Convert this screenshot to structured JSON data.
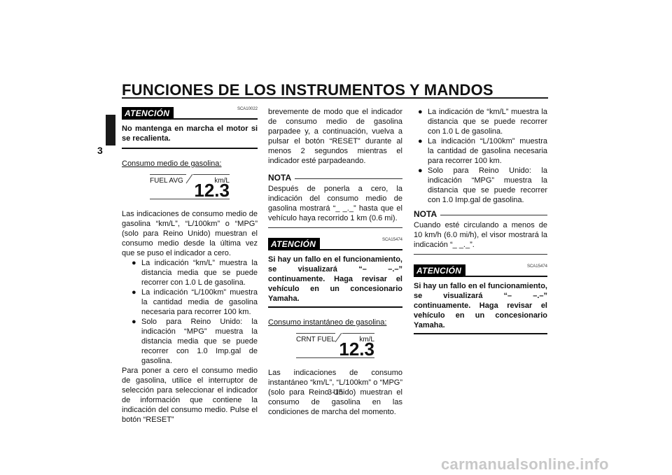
{
  "header": {
    "title": "FUNCIONES DE LOS INSTRUMENTOS Y MANDOS",
    "chapter": "3"
  },
  "col1": {
    "warning": {
      "label": "ATENCIÓN",
      "code": "SCA10022",
      "text": "No mantenga en marcha el motor si se recalienta."
    },
    "section_title": "Consumo medio de gasolina:",
    "display": {
      "label": "FUEL AVG",
      "unit": "km/L",
      "value": "12.3"
    },
    "para1": "Las indicaciones de consumo medio de gasolina “km/L”, “L/100km” o “MPG” (solo para Reino Unido) muestran el consumo medio desde la última vez que se puso el indicador a cero.",
    "bullets": [
      "La indicación “km/L” muestra la distancia media que se puede recorrer con 1.0 L de gasolina.",
      "La indicación “L/100km” muestra la cantidad media de gasolina necesaria para recorrer 100 km.",
      "Solo para Reino Unido: la indicación “MPG” muestra la distancia media que se puede recorrer con 1.0 Imp.gal de gasolina."
    ],
    "para2": "Para poner a cero el consumo medio de gasolina, utilice el interruptor de selección para seleccionar el indicador de información que contiene la indicación del consumo medio. Pulse el botón “RESET”"
  },
  "col2": {
    "para1": "brevemente de modo que el indicador de consumo medio de gasolina parpadee y, a continuación, vuelva a pulsar el botón “RESET” durante al menos 2 segundos mientras el indicador esté parpadeando.",
    "nota": {
      "label": "NOTA",
      "text": "Después de ponerla a cero, la indicación del consumo medio de gasolina mostrará “_ _._” hasta que el vehículo haya recorrido 1 km (0.6 mi)."
    },
    "warning": {
      "label": "ATENCIÓN",
      "code": "SCA15474",
      "text": "Si hay un fallo en el funcionamiento, se visualizará “– –.–” continuamente. Haga revisar el vehículo en un concesionario Yamaha."
    },
    "section_title": "Consumo instantáneo de gasolina:",
    "display": {
      "label": "CRNT FUEL",
      "unit": "km/L",
      "value": "12.3"
    },
    "para2": "Las indicaciones de consumo instantáneo “km/L”, “L/100km” o “MPG” (solo para Reino Unido) muestran el consumo de gasolina en las condiciones de marcha del momento."
  },
  "col3": {
    "bullets": [
      "La indicación de “km/L” muestra la distancia que se puede recorrer con 1.0 L de gasolina.",
      "La indicación “L/100km” muestra la cantidad de gasolina necesaria para recorrer 100 km.",
      "Solo para Reino Unido: la indicación “MPG” muestra la distancia que se puede recorrer con 1.0 Imp.gal de gasolina."
    ],
    "nota": {
      "label": "NOTA",
      "text": "Cuando esté circulando a menos de 10 km/h (6.0 mi/h), el visor mostrará la indicación “_ _._”."
    },
    "warning": {
      "label": "ATENCIÓN",
      "code": "SCA15474",
      "text": "Si hay un fallo en el funcionamiento, se visualizará “– –.–” continuamente. Haga revisar el vehículo en un concesionario Yamaha."
    }
  },
  "footer": {
    "page": "3-15",
    "watermark": "carmanualsonline.info"
  }
}
